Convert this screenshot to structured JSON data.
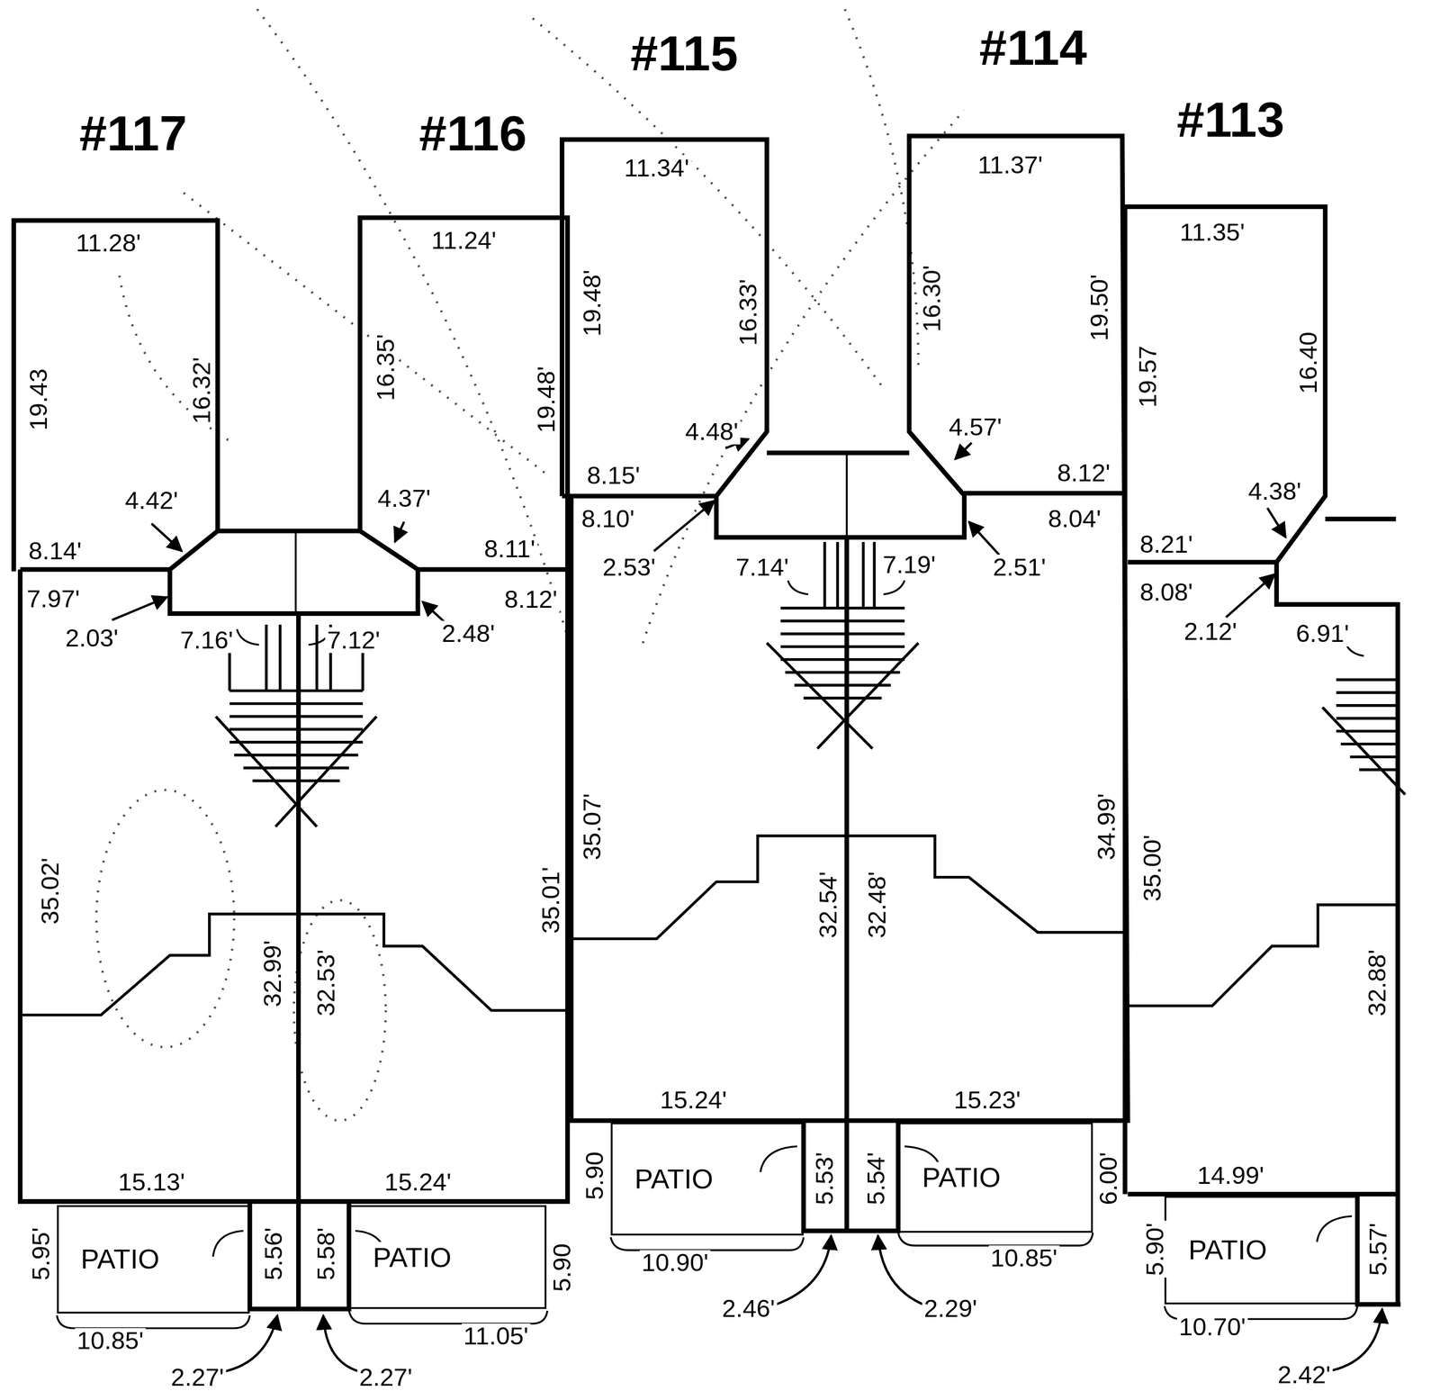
{
  "diagram": {
    "nodes": [
      {
        "text": [
          "PATIO"
        ]
      },
      {
        "text": [
          "PATIO"
        ]
      },
      {
        "text": [
          "PATIO"
        ]
      },
      {
        "text": [
          "PATIO"
        ]
      },
      {
        "text": [
          "PATIO"
        ]
      }
    ],
    "labels": [
      "#117",
      "#116",
      "#115",
      "#114",
      "#113",
      "11.28'",
      "19.43",
      "16.32'",
      "4.42'",
      "8.14'",
      "7.97'",
      "2.03'",
      "7.16'",
      "35.02'",
      "32.99'",
      "15.13'",
      "5.95'",
      "5.56'",
      "10.85'",
      "2.27'",
      "11.24'",
      "16.35'",
      "19.48'",
      "4.37'",
      "8.11'",
      "8.12'",
      "7.12'",
      "2.48'",
      "35.01'",
      "32.53'",
      "15.24'",
      "5.58'",
      "5.90",
      "11.05'",
      "2.27'",
      "11.34'",
      "19.48'",
      "16.33'",
      "4.48'",
      "8.15'",
      "8.10'",
      "2.53'",
      "7.14'",
      "35.07'",
      "32.54'",
      "15.24'",
      "5.90",
      "5.53'",
      "10.90'",
      "2.46'",
      "11.37'",
      "16.30'",
      "19.50'",
      "4.57'",
      "8.12'",
      "8.04'",
      "7.19'",
      "2.51'",
      "34.99'",
      "32.48'",
      "15.23'",
      "5.54'",
      "6.00'",
      "10.85'",
      "2.29'",
      "11.35'",
      "19.57",
      "16.40",
      "4.38'",
      "8.21'",
      "8.08'",
      "2.12'",
      "6.91'",
      "35.00'",
      "32.88'",
      "14.99'",
      "5.90'",
      "5.57'",
      "10.70'",
      "2.42'"
    ]
  }
}
